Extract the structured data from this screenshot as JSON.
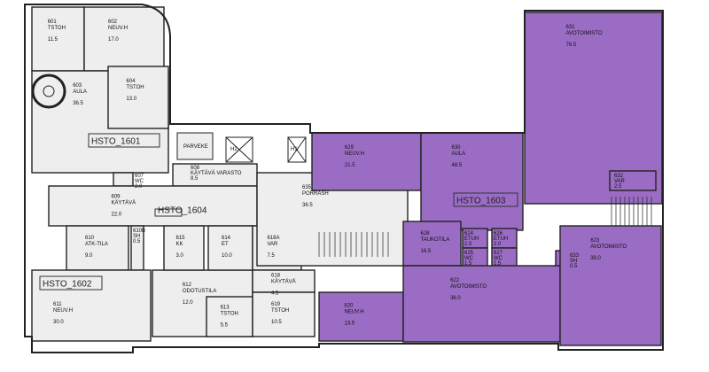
{
  "colors": {
    "assigned": "#9a6cc4",
    "unassigned": "#eeeeee",
    "wall": "#222222"
  },
  "zones": [
    {
      "id": "hsto_1601",
      "label": "HSTO_1601"
    },
    {
      "id": "hsto_1602",
      "label": "HSTO_1602"
    },
    {
      "id": "hsto_1603",
      "label": "HSTO_1603"
    },
    {
      "id": "hsto_1604",
      "label": "HSTO_1604"
    }
  ],
  "rooms": [
    {
      "id": "601",
      "name": "TSTOH",
      "area": "11.5",
      "assigned": false
    },
    {
      "id": "602",
      "name": "NEUV.H",
      "area": "17.0",
      "assigned": false
    },
    {
      "id": "603",
      "name": "AULA",
      "area": "36.5",
      "assigned": false
    },
    {
      "id": "604",
      "name": "TSTOH",
      "area": "13.0",
      "assigned": false
    },
    {
      "id": "607",
      "name": "WC",
      "area": "2.0",
      "assigned": false
    },
    {
      "id": "608",
      "name": "KÄYTÄVÄ VARASTO",
      "area": "8.5",
      "assigned": false
    },
    {
      "id": "609",
      "name": "KÄYTÄVÄ",
      "area": "22.0",
      "assigned": false
    },
    {
      "id": "610",
      "name": "ATK-TILA",
      "area": "9.0",
      "assigned": false
    },
    {
      "id": "610B",
      "name": "SH",
      "area": "0.5",
      "assigned": false
    },
    {
      "id": "611",
      "name": "NEUV.H",
      "area": "30.0",
      "assigned": false
    },
    {
      "id": "612",
      "name": "ODOTUSTILA",
      "area": "12.0",
      "assigned": false
    },
    {
      "id": "613",
      "name": "TSTOH",
      "area": "5.5",
      "assigned": false
    },
    {
      "id": "614",
      "name": "ET",
      "area": "10.0",
      "assigned": false
    },
    {
      "id": "615",
      "name": "KK",
      "area": "3.0",
      "assigned": false
    },
    {
      "id": "618A",
      "name": "VAR",
      "area": "7.5",
      "assigned": false
    },
    {
      "id": "618",
      "name": "KÄYTÄVÄ",
      "area": "4.5",
      "assigned": false
    },
    {
      "id": "619",
      "name": "TSTOH",
      "area": "10.5",
      "assigned": false
    },
    {
      "id": "635",
      "name": "PORRASH",
      "area": "36.5",
      "assigned": false
    },
    {
      "id": "629",
      "name": "NEUV.H",
      "area": "21.5",
      "assigned": true
    },
    {
      "id": "630",
      "name": "AULA",
      "area": "48.5",
      "assigned": true
    },
    {
      "id": "631",
      "name": "AVOTOIMISTO",
      "area": "76.5",
      "assigned": true
    },
    {
      "id": "632",
      "name": "VAR",
      "area": "2.5",
      "assigned": true
    },
    {
      "id": "628",
      "name": "TAUKOTILA",
      "area": "16.5",
      "assigned": true
    },
    {
      "id": "624",
      "name": "ETUH",
      "area": "2.0",
      "assigned": true
    },
    {
      "id": "625",
      "name": "WC",
      "area": "1.5",
      "assigned": true
    },
    {
      "id": "626",
      "name": "ETUH",
      "area": "2.0",
      "assigned": true
    },
    {
      "id": "627",
      "name": "WC",
      "area": "1.5",
      "assigned": true
    },
    {
      "id": "633",
      "name": "SH",
      "area": "0.5",
      "assigned": true
    },
    {
      "id": "620",
      "name": "NEUV.H",
      "area": "13.5",
      "assigned": true
    },
    {
      "id": "622",
      "name": "AVOTOIMISTO",
      "area": "36.0",
      "assigned": true
    },
    {
      "id": "623",
      "name": "AVOTOIMISTO",
      "area": "39.0",
      "assigned": true
    }
  ],
  "fixtures": {
    "balcony": "PARVEKE",
    "elevator1": "H1",
    "elevator2": "H2"
  }
}
